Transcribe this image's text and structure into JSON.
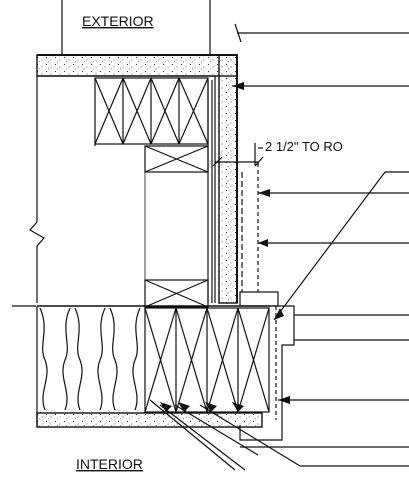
{
  "labels": {
    "exterior": "EXTERIOR",
    "interior": "INTERIOR",
    "dimension": "2 1/2\" TO RO"
  },
  "colors": {
    "ink": "#111111",
    "background": "#ffffff"
  },
  "icons": {
    "break_line": "zigzag-break",
    "arrow": "filled-arrowhead"
  }
}
